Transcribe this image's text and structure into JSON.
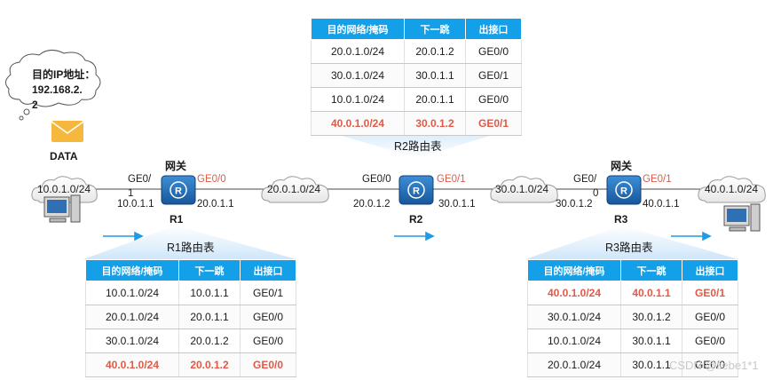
{
  "r2_table": {
    "headers": [
      "目的网络/掩码",
      "下一跳",
      "出接口"
    ],
    "rows": [
      [
        "20.0.1.0/24",
        "20.0.1.2",
        "GE0/0"
      ],
      [
        "30.0.1.0/24",
        "30.0.1.1",
        "GE0/1"
      ],
      [
        "10.0.1.0/24",
        "20.0.1.1",
        "GE0/0"
      ],
      [
        "40.0.1.0/24",
        "30.0.1.2",
        "GE0/1"
      ]
    ],
    "title": "R2路由表"
  },
  "r1_table": {
    "title": "R1路由表",
    "headers": [
      "目的网络/掩码",
      "下一跳",
      "出接口"
    ],
    "rows": [
      [
        "10.0.1.0/24",
        "10.0.1.1",
        "GE0/1"
      ],
      [
        "20.0.1.0/24",
        "20.0.1.1",
        "GE0/0"
      ],
      [
        "30.0.1.0/24",
        "20.0.1.2",
        "GE0/0"
      ],
      [
        "40.0.1.0/24",
        "20.0.1.2",
        "GE0/0"
      ]
    ]
  },
  "r3_table": {
    "title": "R3路由表",
    "headers": [
      "目的网络/掩码",
      "下一跳",
      "出接口"
    ],
    "rows": [
      [
        "40.0.1.0/24",
        "40.0.1.1",
        "GE0/1"
      ],
      [
        "30.0.1.0/24",
        "30.0.1.2",
        "GE0/0"
      ],
      [
        "10.0.1.0/24",
        "30.0.1.1",
        "GE0/0"
      ],
      [
        "20.0.1.0/24",
        "30.0.1.1",
        "GE0/0"
      ]
    ]
  },
  "bubble": {
    "line1": "目的IP地址：",
    "line2": "192.168.2.",
    "line3": "2"
  },
  "envelope_label": "DATA",
  "clouds": {
    "c1": "10.0.1.0/24",
    "c2": "20.0.1.0/24",
    "c3": "30.0.1.0/24",
    "c4": "40.0.1.0/24"
  },
  "r1": {
    "name": "R1",
    "gateway": "网关",
    "if_left": "GE0/",
    "if_left2": "1",
    "ip_left": "10.0.1.1",
    "if_right": "GE0/0",
    "ip_right": "20.0.1.1"
  },
  "r2": {
    "name": "R2",
    "if_left": "GE0/0",
    "ip_left": "20.0.1.2",
    "if_right": "GE0/1",
    "ip_right": "30.0.1.1"
  },
  "r3": {
    "name": "R3",
    "gateway": "网关",
    "if_left": "GE0/",
    "if_left2": "0",
    "ip_left": "30.0.1.2",
    "if_right": "GE0/1",
    "ip_right": "40.0.1.1"
  },
  "watermark": "CSDN @liebe1*1",
  "colors": {
    "accent": "#14a0e8",
    "highlight": "#e05a47",
    "router": "#1e6bb4",
    "envelope": "#f6b83c"
  }
}
